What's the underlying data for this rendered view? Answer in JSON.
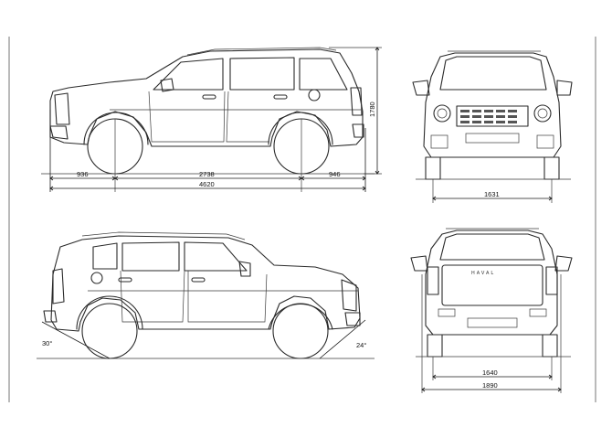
{
  "dimensions": {
    "front_overhang": "936",
    "wheelbase": "2738",
    "rear_overhang": "946",
    "overall_length": "4620",
    "height": "1780",
    "front_track": "1631",
    "rear_track": "1640",
    "overall_width": "1890",
    "approach_angle": "30°",
    "departure_angle": "24°"
  },
  "badge": {
    "rear_text": "HAVAL"
  }
}
